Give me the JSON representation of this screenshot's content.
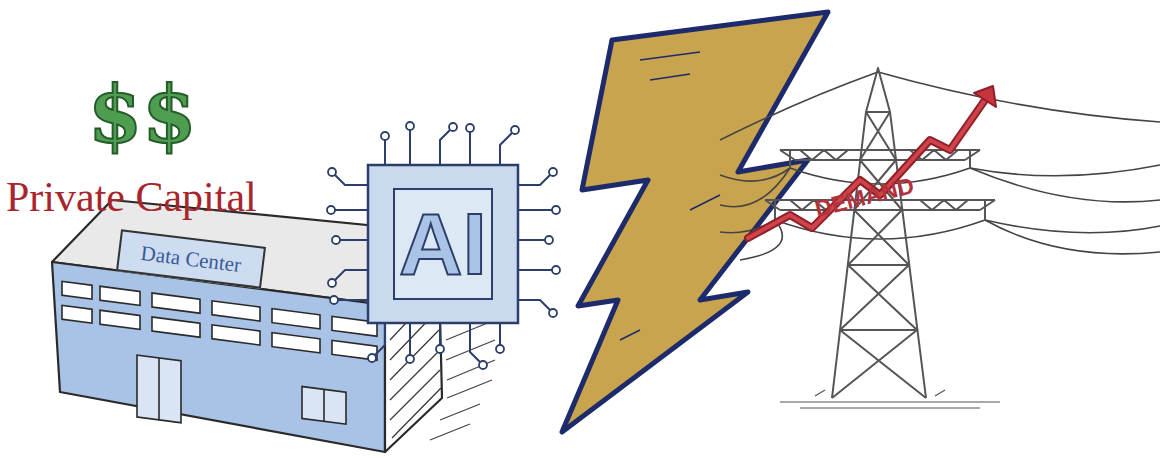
{
  "diagram": {
    "nodes": [
      {
        "text": [
          "Data Center"
        ]
      },
      {
        "text": [
          "AI"
        ]
      }
    ],
    "labels": [
      "$$",
      "Private Capital",
      "DEMAND"
    ]
  }
}
